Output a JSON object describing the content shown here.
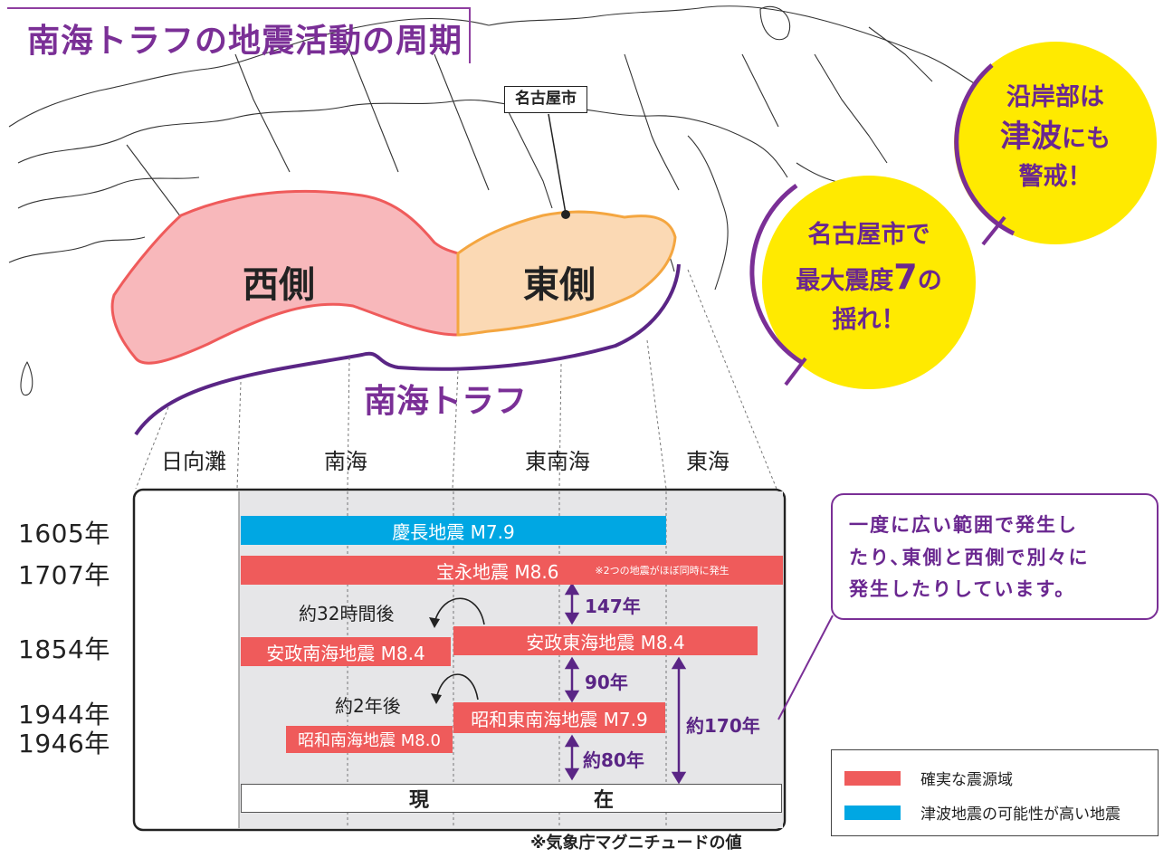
{
  "title": "南海トラフの地震活動の周期",
  "map": {
    "city_label": "名古屋市",
    "west_label": "西側",
    "east_label": "東側",
    "trough_label": "南海トラフ"
  },
  "callouts": {
    "nagoya": {
      "line1": "名古屋市で",
      "line2_a": "最大震度",
      "line2_num": "7",
      "line2_b": "の",
      "line3": "揺れ！"
    },
    "coast": {
      "line1": "沿岸部は",
      "line2_hl": "津波",
      "line2_b": "にも",
      "line3": "警戒！"
    }
  },
  "segments": [
    "日向灘",
    "南海",
    "東南海",
    "東海"
  ],
  "years": [
    "1605年",
    "1707年",
    "1854年",
    "1944年",
    "1946年"
  ],
  "quakes": {
    "keicho": "慶長地震 M7.9",
    "hoei": "宝永地震 M8.6",
    "hoei_note": "※2つの地震がほぼ同時に発生",
    "ansei_tokai": "安政東海地震 M8.4",
    "ansei_nankai": "安政南海地震 M8.4",
    "showa_tonankai": "昭和東南海地震 M7.9",
    "showa_nankai": "昭和南海地震 M8.0"
  },
  "intervals": {
    "i147": "147年",
    "i90": "90年",
    "i80": "約80年",
    "i170": "約170年"
  },
  "afters": {
    "a32h": "約32時間後",
    "a2y": "約2年後"
  },
  "present": "現　在",
  "info": {
    "line1": "一度に広い範囲で発生し",
    "line2": "たり､東側と西側で別々に",
    "line3": "発生したりしています。"
  },
  "legend": {
    "red_label": "確実な震源域",
    "blue_label": "津波地震の可能性が高い地震",
    "red_color": "#ef5b5b",
    "blue_color": "#00a7e3"
  },
  "footnote": "※気象庁マグニチュードの値",
  "colors": {
    "accent": "#7a2f96",
    "west_fill": "#f8b8bb",
    "west_stroke": "#ef5b5b",
    "east_fill": "#fbd9b4",
    "east_stroke": "#f4a640",
    "callout_fill": "#ffea00"
  }
}
